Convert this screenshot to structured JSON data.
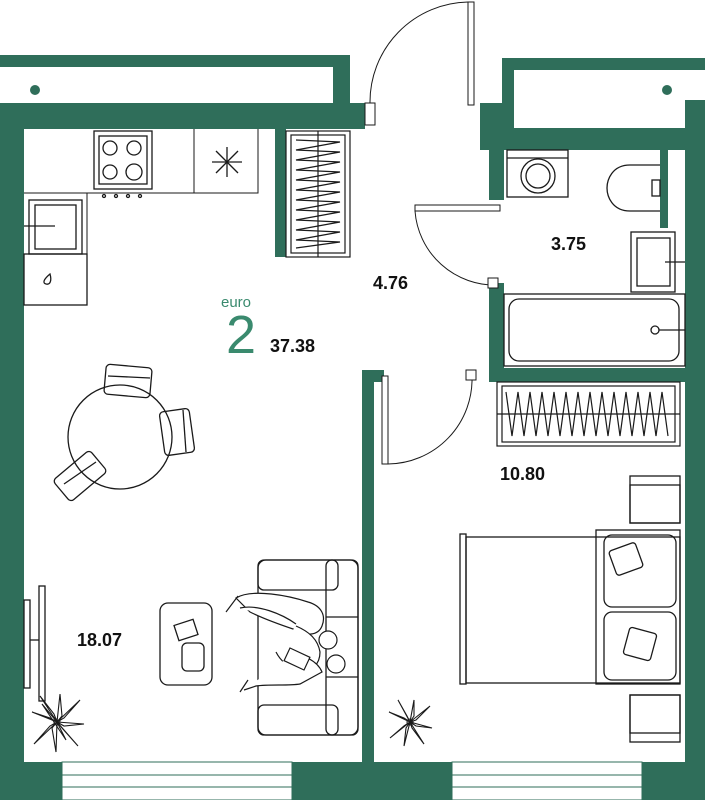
{
  "plan": {
    "type_label": "euro",
    "rooms_count": "2",
    "total_area": "37.38",
    "rooms": [
      {
        "id": "living",
        "area": "18.07"
      },
      {
        "id": "hall",
        "area": "4.76"
      },
      {
        "id": "bathroom",
        "area": "3.75"
      },
      {
        "id": "bedroom",
        "area": "10.80"
      }
    ]
  },
  "colors": {
    "wall": "#2f6e5a",
    "line": "#1a1a1a",
    "accent": "#3a8a6e"
  }
}
